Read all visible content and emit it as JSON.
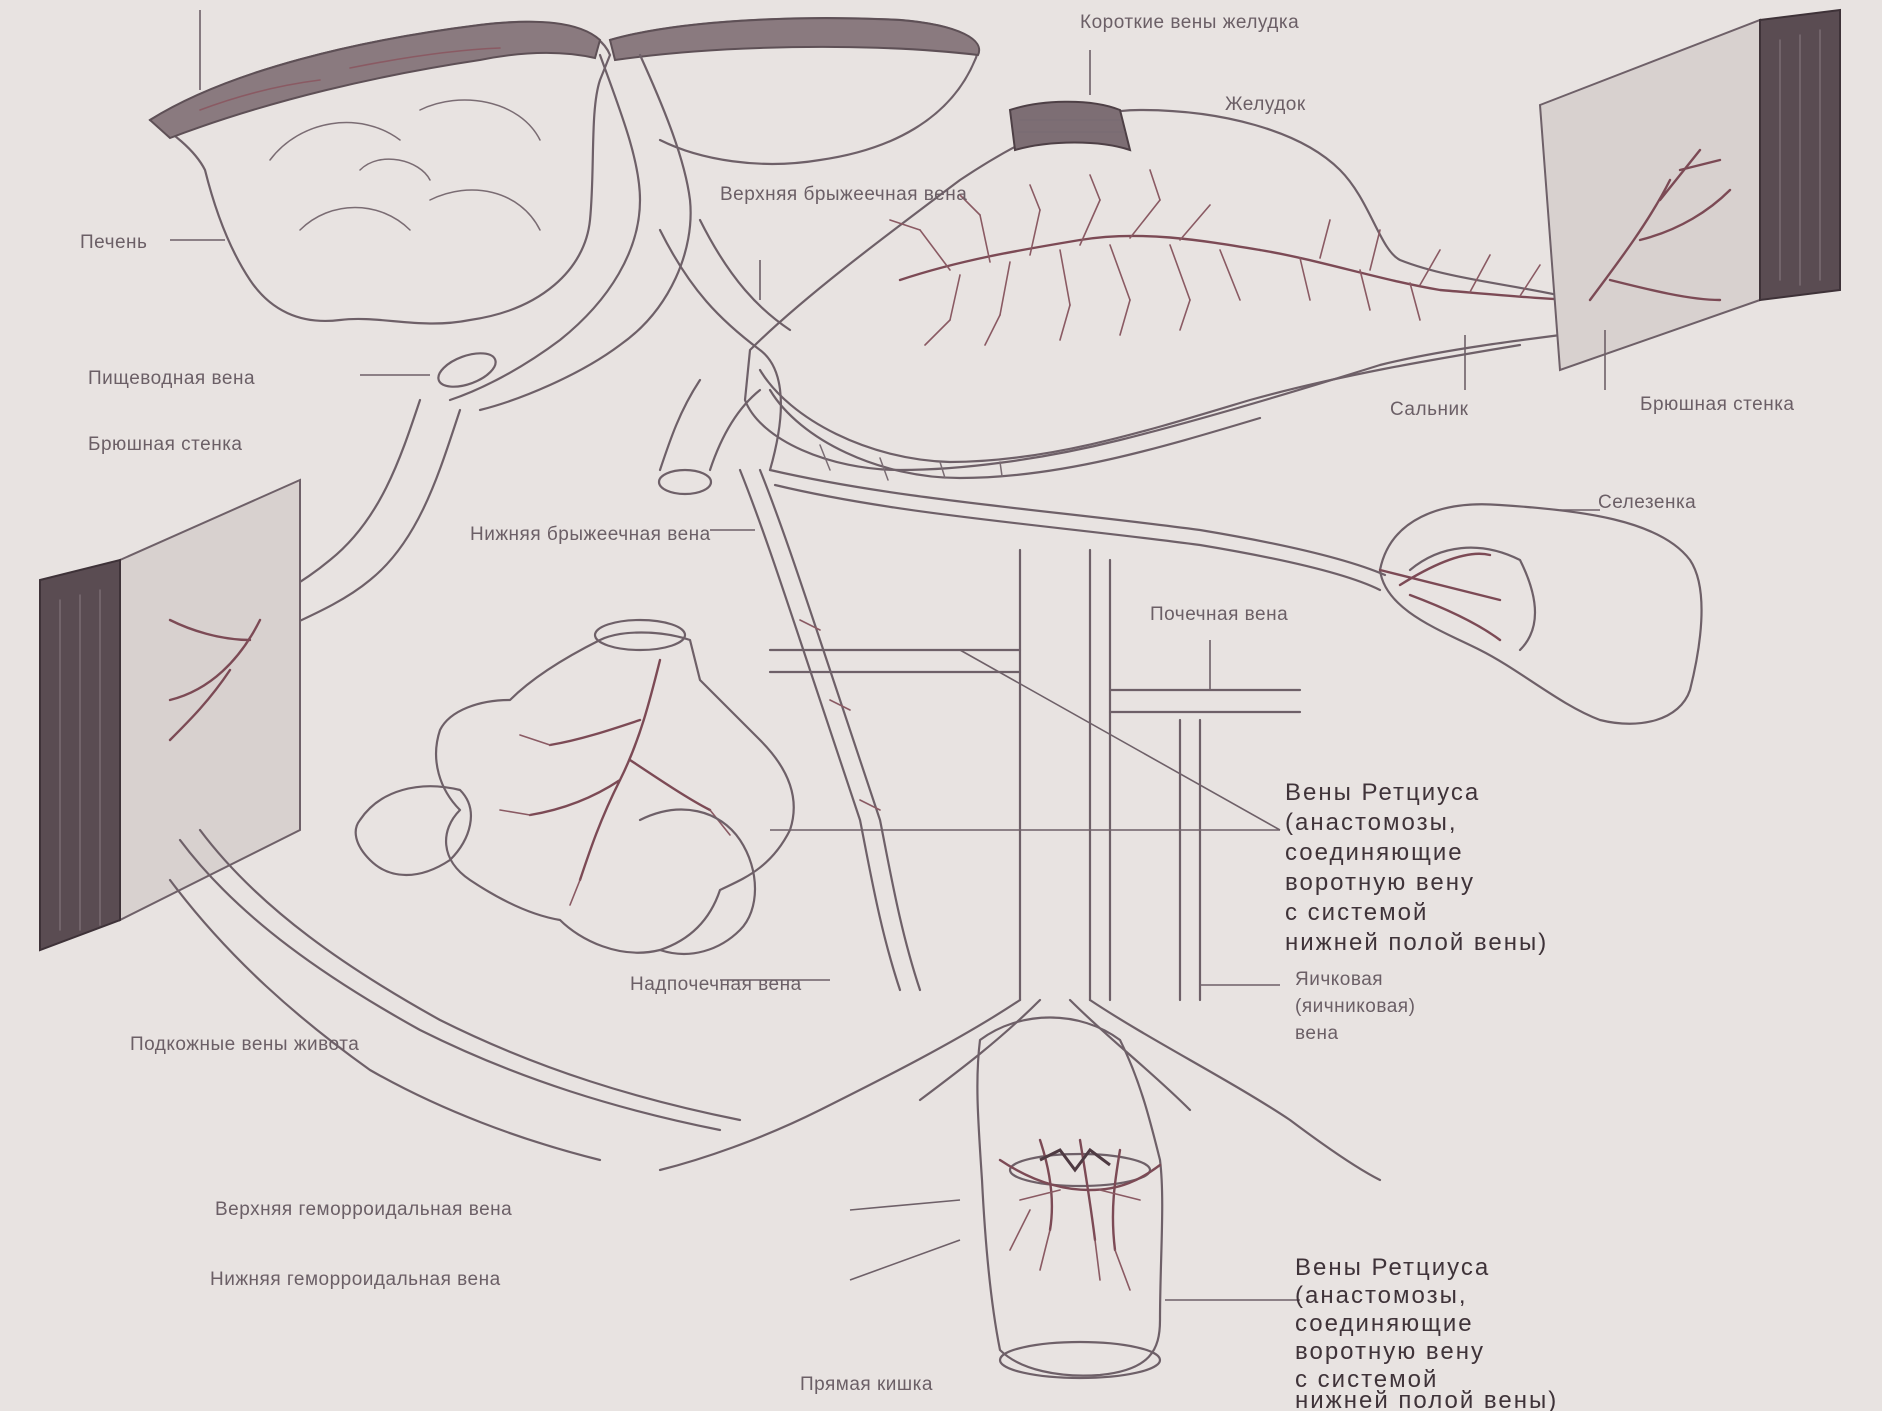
{
  "labels": {
    "liver": "Печень",
    "esophageal_vein": "Пищеводная вена",
    "abdominal_wall_left": "Брюшная стенка",
    "inferior_mesenteric_vein": "Нижняя брыжеечная вена",
    "superior_mesenteric_vein": "Верхняя брыжеечная вена",
    "stomach": "Желудок",
    "short_gastric_veins": "Короткие вены желудка",
    "omentum": "Сальник",
    "abdominal_wall_right": "Брюшная стенка",
    "spleen": "Селезенка",
    "renal_vein": "Почечная вена",
    "retzius_veins_upper": {
      "line1": "Вены Ретциуса",
      "line2": "(анастомозы,",
      "line3": "соединяющие",
      "line4": "воротную вену",
      "line5": "с системой",
      "line6": "нижней полой вены)"
    },
    "adrenal_vein": "Надпочечная вена",
    "ovarian_vein": {
      "line1": "Яичковая",
      "line2": "(яичниковая)",
      "line3": "вена"
    },
    "paraumbilical_veins": "Подкожные вены живота",
    "superior_hemorrhoidal_vein": "Верхняя геморроидальная вена",
    "inferior_hemorrhoidal_vein": "Нижняя геморроидальная вена",
    "rectum": "Прямая кишка",
    "retzius_veins_lower": {
      "line1": "Вены Ретциуса",
      "line2": "(анастомозы,",
      "line3": "соединяющие",
      "line4": "воротную вену",
      "line5": "с системой",
      "line6": "нижней полой вены)"
    }
  }
}
